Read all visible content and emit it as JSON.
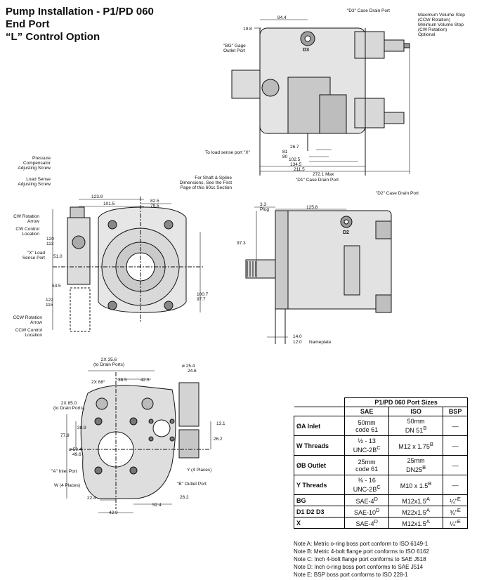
{
  "title": {
    "line1": "Pump Installation - P1/PD 060",
    "line2": "End Port",
    "line3": "“L” Control Option"
  },
  "top_view": {
    "d3_case_drain": "\"D3\" Case Drain Port",
    "max_volume_stop": "Maximum Volume Stop",
    "ccw_rotation": "(CCW Rotation)",
    "min_volume_stop": "Minimum Volume Stop",
    "cw_rotation": "(CW Rotation)",
    "optional": "Optional",
    "bg_gage_1": "\"BG\" Gage",
    "bg_gage_2": "Outlet Port",
    "d3_mark": "D3",
    "dim_84_4": "84.4",
    "dim_19_8": "19.8",
    "to_load_sense": "To load sense port \"X\"",
    "dim_26_7": "26.7",
    "dim_81": "81",
    "dim_80": "80",
    "dim_102_5": "102.5",
    "dim_134_5": "134.5",
    "dim_211_5": "211.5",
    "dim_272_1": "272.1 Max",
    "d1_case_drain": "\"D1\" Case Drain Port"
  },
  "front_view": {
    "pressure_comp_1": "Pressure",
    "pressure_comp_2": "Compensator",
    "pressure_comp_3": "Adjusting Screw",
    "load_sense_adj_1": "Load Sense",
    "load_sense_adj_2": "Adjusting Screw",
    "cw_rot_1": "CW Rotation",
    "cw_rot_2": "Arrow",
    "cw_ctrl_1": "CW Control",
    "cw_ctrl_2": "Location",
    "x_load_1": "\"X\" Load",
    "x_load_2": "Sense Port",
    "ccw_rot_1": "CCW Rotation",
    "ccw_rot_2": "Arrow",
    "ccw_ctrl_1": "CCW Control",
    "ccw_ctrl_2": "Location",
    "dim_123_9": "123.9",
    "dim_101_5": "101.5",
    "dim_82_5": "82.5",
    "dim_79_5": "79.5",
    "dim_120": "120",
    "dim_113": "113",
    "dim_51_0": "51.0",
    "dim_53_5": "53.5",
    "dim_122": "122",
    "dim_115": "115",
    "dim_100_7": "100.7",
    "dim_97_7": "97.7"
  },
  "side_view": {
    "shaft_1": "For Shaft & Spline",
    "shaft_2": "Dimensions, See the First",
    "shaft_3": "Page of this 60cc Section",
    "d2_case_drain": "\"D2\" Case Drain Port",
    "dim_3_3": "3.3",
    "plug": "Plug",
    "dim_125_8": "125.8",
    "dim_97_3": "97.3",
    "d2_mark": "D2",
    "dim_14_0": "14.0",
    "dim_12_0": "12.0",
    "nameplate": "Nameplate"
  },
  "port_view": {
    "dim_2x_35_6": "2X 35.6",
    "to_drain_ports_1": "(to Drain Ports)",
    "dim_2x_68": "2X 68°",
    "dim_38_5": "38.5",
    "dim_42_5": "42.5",
    "dim_dia_25_4": "ø 25.4",
    "dim_24_6": "24.6",
    "dim_2x_85_0": "2X 85.0",
    "to_drain_ports_2": "(to Drain Ports)",
    "dim_13_1": "13.1",
    "dim_38_9": "38.9",
    "dim_77_8": "77.8",
    "dim_26_2a": "26.2",
    "dim_dia_50_4": "ø 50.4",
    "dim_49_6": "49.6",
    "a_inlet": "\"A\" Inlet Port",
    "y_places": "Y (4 Places)",
    "w_places": "W (4 Places)",
    "b_outlet": "\"B\" Outlet Port",
    "dim_22_4": "22.4",
    "dim_26_2b": "26.2",
    "dim_42_9": "42.9",
    "dim_52_4": "52.4"
  },
  "port_table": {
    "title": "P1/PD 060 Port Sizes",
    "headers": [
      "SAE",
      "ISO",
      "BSP"
    ],
    "rows": [
      {
        "label": "ØA Inlet",
        "sae1": "50mm",
        "sae2": "code 61",
        "iso1": "50mm",
        "iso2": "DN 51",
        "iso_sup": "B",
        "bsp": "—"
      },
      {
        "label": "W Threads",
        "sae1": "½ - 13",
        "sae2": "UNC-2B",
        "sae_sup": "C",
        "iso1": "M12 x 1.75",
        "iso_sup": "B",
        "bsp": "—"
      },
      {
        "label": "ØB Outlet",
        "sae1": "25mm",
        "sae2": "code 61",
        "iso1": "25mm",
        "iso2": "DN25",
        "iso_sup": "B",
        "bsp": "—"
      },
      {
        "label": "Y Threads",
        "sae1": "⅜ - 16",
        "sae2": "UNC-2B",
        "sae_sup": "C",
        "iso1": "M10 x 1.5",
        "iso_sup": "B",
        "bsp": "—"
      },
      {
        "label": "BG",
        "sae1": "SAE-4",
        "sae_sup": "D",
        "iso1": "M12x1.5",
        "iso_sup": "A",
        "bsp": "¼\"",
        "bsp_sup": "E"
      },
      {
        "label": "D1 D2 D3",
        "sae1": "SAE-10",
        "sae_sup": "D",
        "iso1": "M22x1.5",
        "iso_sup": "A",
        "bsp": "¾\"",
        "bsp_sup": "E"
      },
      {
        "label": "X",
        "sae1": "SAE-4",
        "sae_sup": "D",
        "iso1": "M12x1.5",
        "iso_sup": "A",
        "bsp": "¼\"",
        "bsp_sup": "E"
      }
    ]
  },
  "notes": [
    "Note A: Metric o-ring boss port conform to ISO 6149-1",
    "Note B: Metric 4-bolt flange port conforms to ISO 6162",
    "Note C: Inch 4-bolt flange port conforms to SAE J518",
    "Note D: Inch o-ring boss port conforms to SAE J514",
    "Note E: BSP boss port conforms to ISO 228-1"
  ]
}
